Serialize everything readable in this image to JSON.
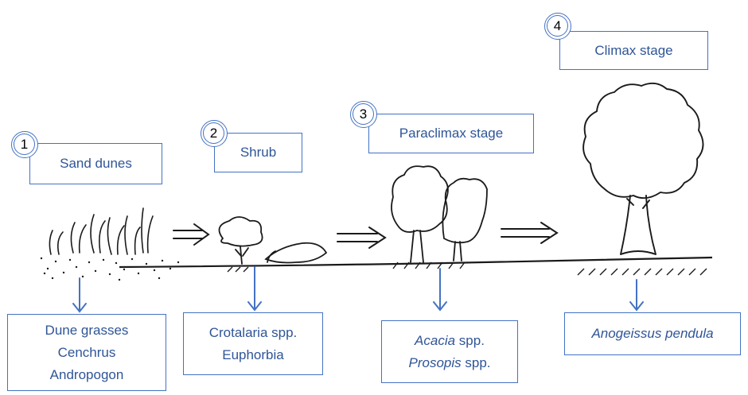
{
  "stages": [
    {
      "number": "1",
      "label": "Sand dunes"
    },
    {
      "number": "2",
      "label": "Shrub"
    },
    {
      "number": "3",
      "label": "Paraclimax stage"
    },
    {
      "number": "4",
      "label": "Climax stage"
    }
  ],
  "species": [
    {
      "lines": [
        "Dune grasses",
        "Cenchrus",
        "Andropogon"
      ]
    },
    {
      "lines": [
        "Crotalaria spp.",
        "Euphorbia"
      ]
    },
    {
      "lines": [
        {
          "genus": "Acacia",
          "suffix": " spp."
        },
        {
          "genus": "Prosopis",
          "suffix": " spp."
        }
      ]
    },
    {
      "lines": [
        {
          "genus": "Anogeissus pendula",
          "suffix": ""
        }
      ]
    }
  ],
  "colors": {
    "box_border": "#4472c4",
    "text": "#2f5597",
    "sketch": "#1a1a1a"
  },
  "icons": [
    "grass-sketch",
    "shrub-sketch",
    "paraclimax-trees-sketch",
    "climax-tree-sketch",
    "arrow-right-icon",
    "arrow-down-icon"
  ]
}
